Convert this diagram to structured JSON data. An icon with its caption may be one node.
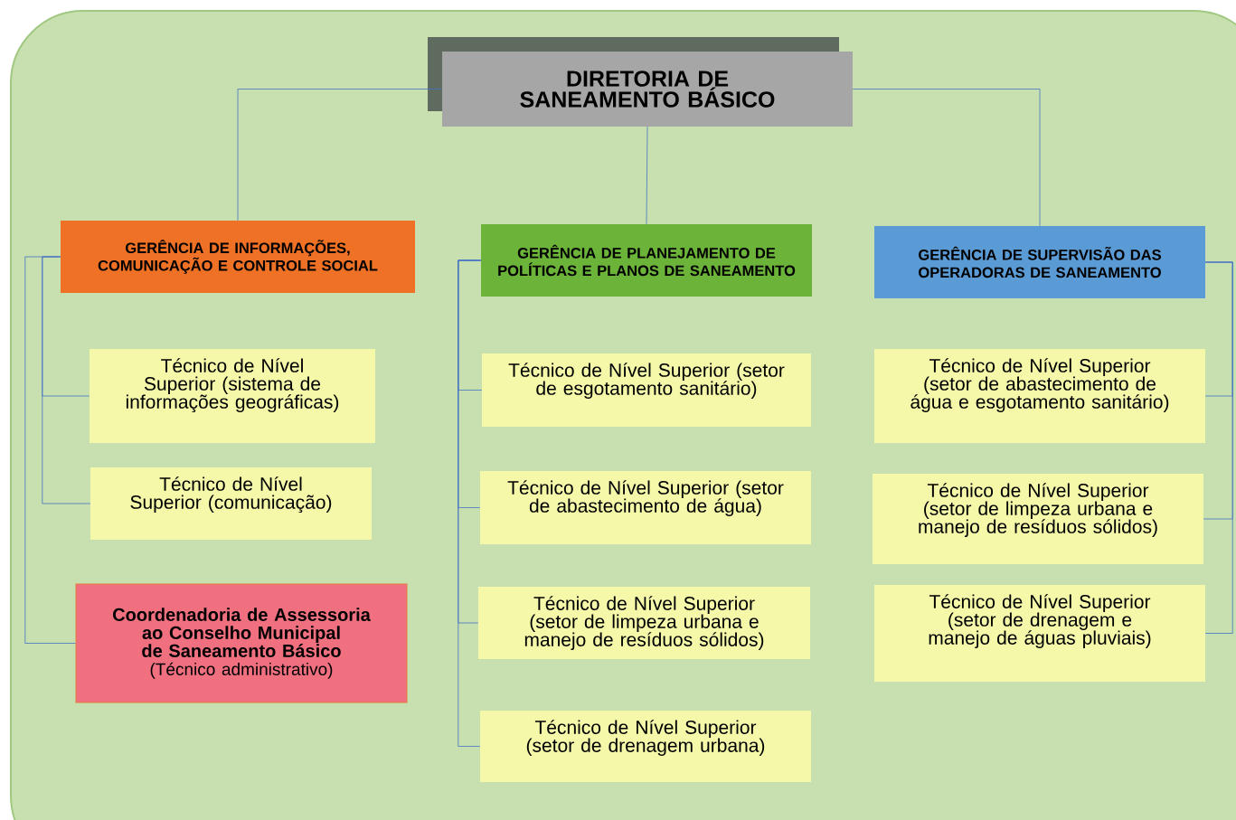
{
  "diagram": {
    "nodes": [
      {
        "text": [
          "DIRETORIA DE SANEAMENTO BÁSICO"
        ]
      },
      {
        "text": [
          "GERÊNCIA DE INFORMAÇÕES, COMUNICAÇÃO E CONTROLE SOCIAL"
        ]
      },
      {
        "text": [
          "GERÊNCIA DE PLANEJAMENTO DE POLÍTICAS E PLANOS DE SANEAMENTO"
        ]
      },
      {
        "text": [
          "GERÊNCIA DE SUPERVISÃO DAS OPERADORAS DE SANEAMENTO"
        ]
      },
      {
        "text": [
          "Técnico de Nível Superior (sistema de informações geográficas)"
        ]
      },
      {
        "text": [
          "Técnico de Nível Superior (comunicação)"
        ]
      },
      {
        "text": [
          "Coordenadoria de Assessoria ao Conselho Municipal de Saneamento Básico",
          "(Técnico administrativo)"
        ]
      },
      {
        "text": [
          "Técnico de Nível Superior (setor de esgotamento sanitário)"
        ]
      },
      {
        "text": [
          "Técnico de Nível Superior (setor de abastecimento de água)"
        ]
      },
      {
        "text": [
          "Técnico de Nível Superior (setor de limpeza urbana e manejo de  resíduos sólidos)"
        ]
      },
      {
        "text": [
          "Técnico de Nível Superior (setor de drenagem urbana)"
        ]
      },
      {
        "text": [
          "Técnico de Nível Superior (setor de abastecimento de água e esgotamento sanitário)"
        ]
      },
      {
        "text": [
          "Técnico de Nível Superior (setor de limpeza urbana e manejo de  resíduos sólidos)"
        ]
      },
      {
        "text": [
          "Técnico de Nível Superior (setor de drenagem e manejo de águas pluviais)"
        ]
      }
    ],
    "edges": [
      {
        "from": 0,
        "to": 1,
        "arrow": "none"
      },
      {
        "from": 0,
        "to": 2,
        "arrow": "none"
      },
      {
        "from": 0,
        "to": 3,
        "arrow": "none"
      },
      {
        "from": 1,
        "to": 4,
        "arrow": "none"
      },
      {
        "from": 1,
        "to": 5,
        "arrow": "none"
      },
      {
        "from": 1,
        "to": 6,
        "arrow": "none"
      },
      {
        "from": 2,
        "to": 7,
        "arrow": "none"
      },
      {
        "from": 2,
        "to": 8,
        "arrow": "none"
      },
      {
        "from": 2,
        "to": 9,
        "arrow": "none"
      },
      {
        "from": 2,
        "to": 10,
        "arrow": "none"
      },
      {
        "from": 3,
        "to": 11,
        "arrow": "none"
      },
      {
        "from": 3,
        "to": 12,
        "arrow": "none"
      },
      {
        "from": 3,
        "to": 13,
        "arrow": "none"
      }
    ]
  }
}
